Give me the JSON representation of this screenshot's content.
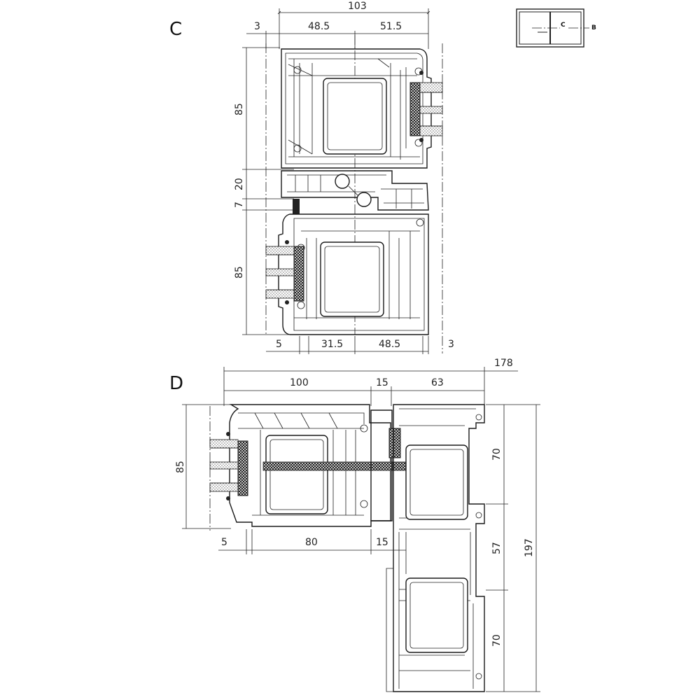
{
  "section_c": {
    "label": "C",
    "top_total": "103",
    "top_left": "3",
    "top_mid": "48.5",
    "top_right": "51.5",
    "left_upper": "85",
    "left_gap": "20",
    "left_small": "7",
    "left_lower": "85",
    "bottom_a": "5",
    "bottom_b": "31.5",
    "bottom_c": "48.5",
    "bottom_d": "3"
  },
  "section_d": {
    "label": "D",
    "top_total": "178",
    "top_a": "100",
    "top_b": "15",
    "top_c": "63",
    "left_height": "85",
    "bottom_a": "5",
    "bottom_b": "80",
    "bottom_c": "15",
    "right_a": "70",
    "right_b": "57",
    "right_c": "70",
    "right_total": "197"
  },
  "key_plan": {
    "label_c": "C",
    "label_b": "B"
  }
}
